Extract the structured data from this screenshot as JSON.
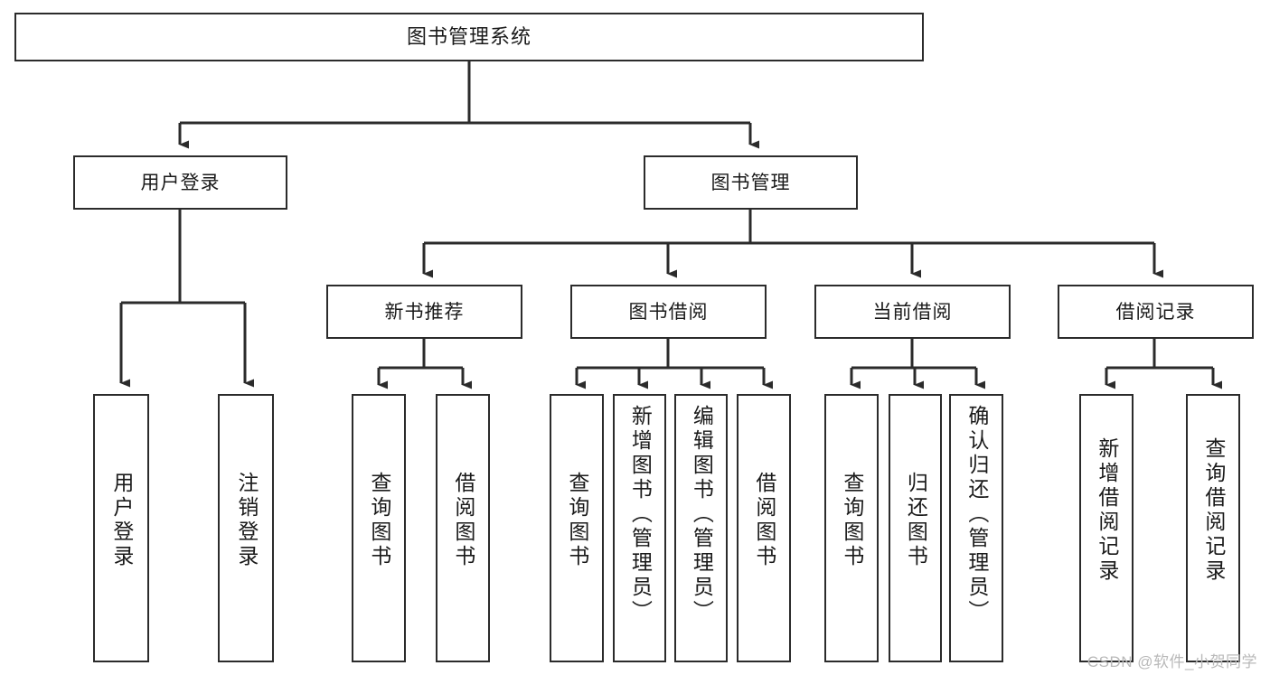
{
  "diagram": {
    "title": "图书管理系统",
    "type": "tree-hierarchy",
    "watermark": "CSDN @软件_小贺同学",
    "colors": {
      "background": "#ffffff",
      "box_border": "#2b2b2b",
      "box_fill": "#ffffff",
      "text": "#1a1a1a",
      "edge": "#2b2b2b",
      "watermark": "#b9b9b9"
    },
    "levels": {
      "root": {
        "label": "图书管理系统"
      },
      "level2": [
        {
          "id": "user-login",
          "label": "用户登录"
        },
        {
          "id": "book-manage",
          "label": "图书管理"
        }
      ],
      "level3": [
        {
          "id": "new-book-recommend",
          "label": "新书推荐"
        },
        {
          "id": "book-borrow",
          "label": "图书借阅"
        },
        {
          "id": "current-borrow",
          "label": "当前借阅"
        },
        {
          "id": "borrow-record",
          "label": "借阅记录"
        }
      ],
      "leaves": [
        {
          "id": "leaf-user-login",
          "label": "用户登录",
          "parent": "user-login"
        },
        {
          "id": "leaf-logout-login",
          "label": "注销登录",
          "parent": "user-login"
        },
        {
          "id": "leaf-query-book-1",
          "label": "查询图书",
          "parent": "new-book-recommend"
        },
        {
          "id": "leaf-borrow-book-1",
          "label": "借阅图书",
          "parent": "new-book-recommend"
        },
        {
          "id": "leaf-query-book-2",
          "label": "查询图书",
          "parent": "book-borrow"
        },
        {
          "id": "leaf-add-book",
          "label": "新增图书（管理员）",
          "parent": "book-borrow"
        },
        {
          "id": "leaf-edit-book",
          "label": "编辑图书（管理员）",
          "parent": "book-borrow"
        },
        {
          "id": "leaf-borrow-book-2",
          "label": "借阅图书",
          "parent": "book-borrow"
        },
        {
          "id": "leaf-query-book-3",
          "label": "查询图书",
          "parent": "current-borrow"
        },
        {
          "id": "leaf-return-book",
          "label": "归还图书",
          "parent": "current-borrow"
        },
        {
          "id": "leaf-confirm-return",
          "label": "确认归还（管理员）",
          "parent": "current-borrow"
        },
        {
          "id": "leaf-add-record",
          "label": "新增借阅记录",
          "parent": "borrow-record"
        },
        {
          "id": "leaf-query-record",
          "label": "查询借阅记录",
          "parent": "borrow-record"
        }
      ]
    }
  }
}
